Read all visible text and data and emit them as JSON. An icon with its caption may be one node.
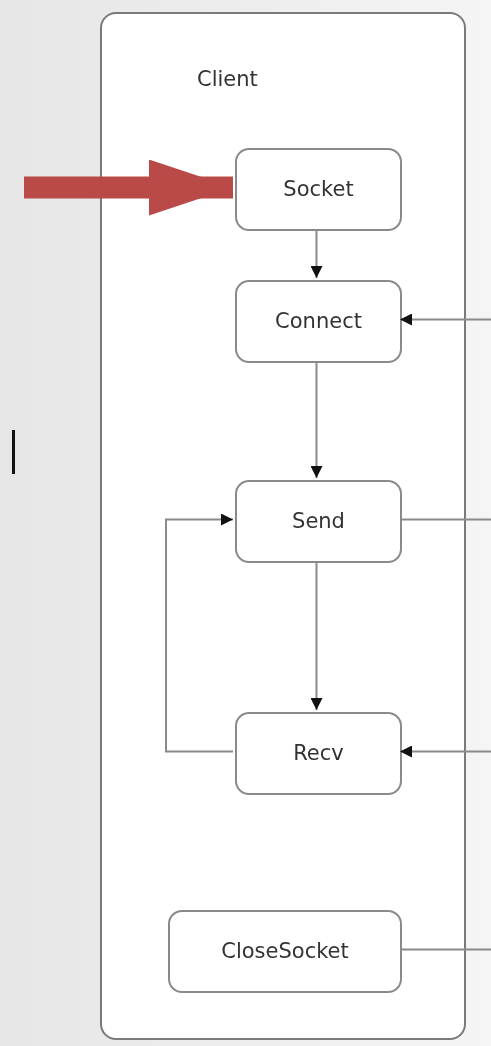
{
  "diagram": {
    "nodes": [
      {
        "text": [
          "Client"
        ]
      },
      {
        "text": [
          "Socket"
        ],
        "in": 0
      },
      {
        "text": [
          "Connect"
        ],
        "in": 0
      },
      {
        "text": [
          "Send"
        ],
        "in": 0
      },
      {
        "text": [
          "Recv"
        ],
        "in": 0
      },
      {
        "text": [
          "CloseSocket"
        ],
        "in": 0
      }
    ],
    "edges": [
      {
        "from": null,
        "to": 1,
        "arrow": "to",
        "style": "thick",
        "color": "#b94a48"
      },
      {
        "from": 1,
        "to": 2,
        "arrow": "to"
      },
      {
        "from": 2,
        "to": 3,
        "arrow": "to"
      },
      {
        "from": 3,
        "to": 4,
        "arrow": "to"
      },
      {
        "from": 4,
        "to": 3,
        "arrow": "to"
      },
      {
        "from": null,
        "to": 2,
        "arrow": "to"
      },
      {
        "from": 3,
        "to": null,
        "arrow": "none"
      },
      {
        "from": null,
        "to": 4,
        "arrow": "to"
      },
      {
        "from": 5,
        "to": null,
        "arrow": "none"
      }
    ]
  }
}
